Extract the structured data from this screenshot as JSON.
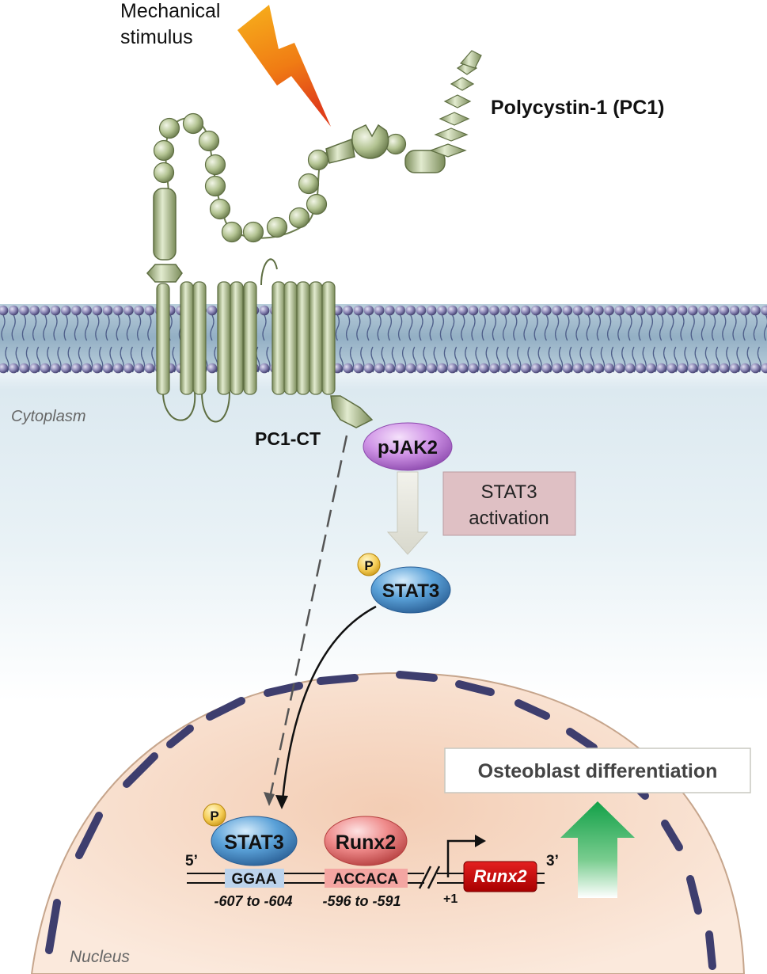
{
  "labels": {
    "stimulus_line1": "Mechanical",
    "stimulus_line2": "stimulus",
    "pc1": "Polycystin-1 (PC1)",
    "cytoplasm": "Cytoplasm",
    "pc1_ct": "PC1-CT",
    "pjak2": "pJAK2",
    "stat3_activation_line1": "STAT3",
    "stat3_activation_line2": "activation",
    "phospho": "P",
    "stat3": "STAT3",
    "runx2_protein": "Runx2",
    "osteoblast": "Osteoblast differentiation",
    "nucleus": "Nucleus"
  },
  "dna": {
    "five_prime": "5’",
    "three_prime": "3’",
    "site1_seq": "GGAA",
    "site1_pos": "-607 to -604",
    "site2_seq": "ACCACA",
    "site2_pos": "-596 to -591",
    "tss": "+1",
    "gene": "Runx2"
  },
  "colors": {
    "membrane_head": "#8a86b4",
    "pc1_green": "#a9bb86",
    "pjak2": "#c98ee0",
    "stat3": "#4f95cf",
    "runx2_protein": "#e87f7f",
    "runx2_gene": "#c70000",
    "activation_box": "#dfc0c4",
    "up_arrow": "#22a94f",
    "nucleus_fill": "#f7dcc7",
    "nuclear_envelope": "#3e3e6e"
  }
}
